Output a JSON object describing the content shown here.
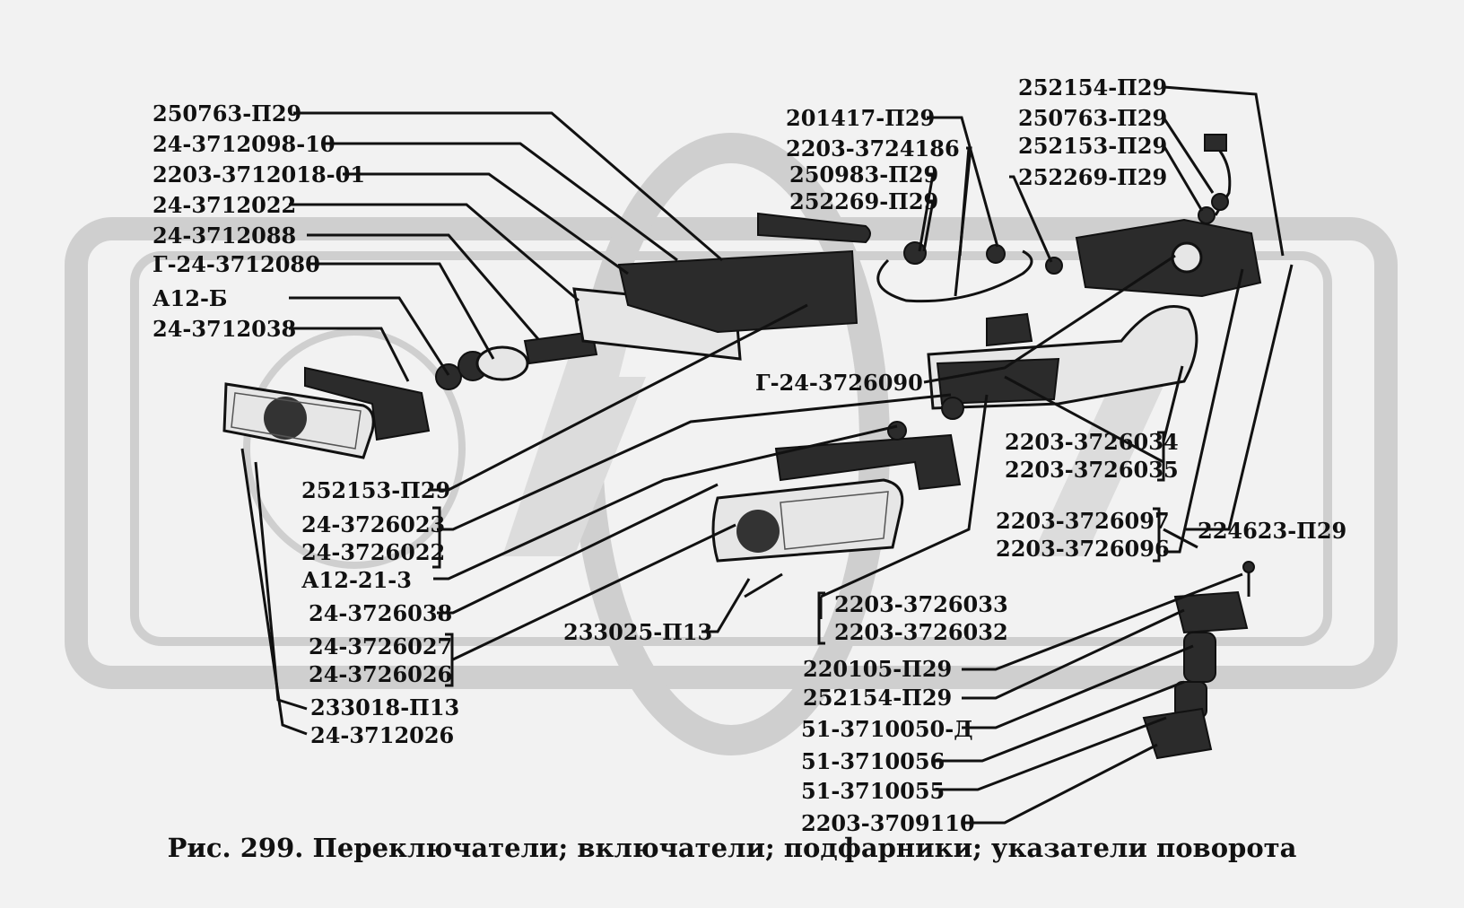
{
  "caption": "Рис. 299. Переключатели; включатели; подфарники; указатели поворота",
  "labels": {
    "l01": "250763-П29",
    "l02": "24-3712098-10",
    "l03": "2203-3712018-01",
    "l04": "24-3712022",
    "l05": "24-3712088",
    "l06": "Г-24-3712080",
    "l07": "А12-Б",
    "l08": "24-3712038",
    "l09": "201417-П29",
    "l10": "2203-3724186",
    "l11": "250983-П29",
    "l12": "252269-П29",
    "l13": "252154-П29",
    "l14": "250763-П29",
    "l15": "252153-П29",
    "l16": "252269-П29",
    "l17": "Г-24-3726090",
    "l18": "2203-3726034",
    "l19": "2203-3726035",
    "l20": "2203-3726097",
    "l21": "2203-3726096",
    "l22": "224623-П29",
    "l23": "252153-П29",
    "l24": "24-3726023",
    "l25": "24-3726022",
    "l26": "А12-21-3",
    "l27": "24-3726038",
    "l28": "24-3726027",
    "l29": "24-3726026",
    "l30": "233018-П13",
    "l31": "24-3712026",
    "l32": "233025-П13",
    "l33": "2203-3726033",
    "l34": "2203-3726032",
    "l35": "220105-П29",
    "l36": "252154-П29",
    "l37": "51-3710050-Д",
    "l38": "51-3710056",
    "l39": "51-3710055",
    "l40": "2203-3709110"
  },
  "colors": {
    "ink": "#111111",
    "paper": "#f2f2f2",
    "watermark": "#cfcfcf"
  }
}
